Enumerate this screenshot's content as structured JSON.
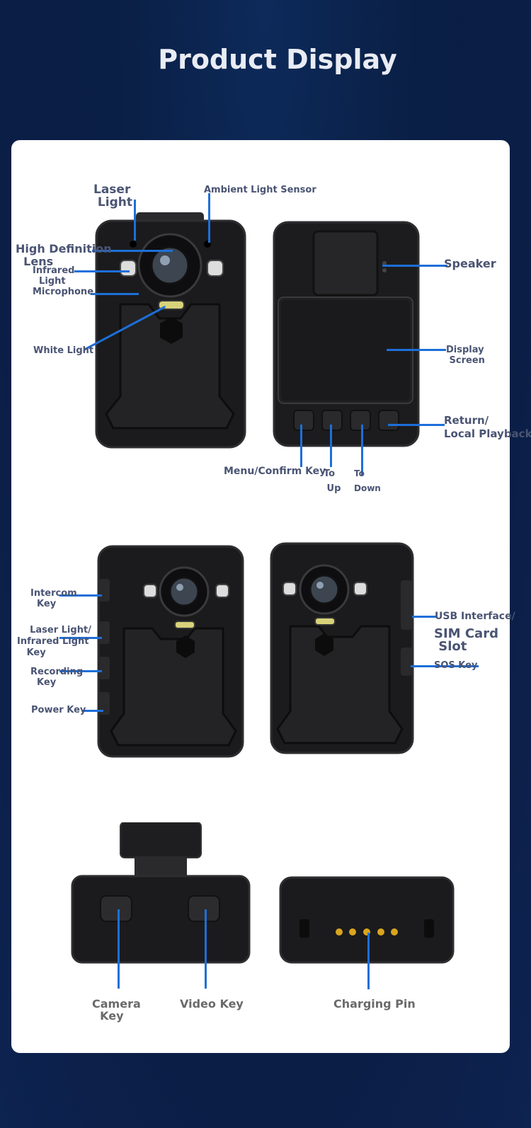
{
  "page": {
    "title": "Product Display"
  },
  "colors": {
    "accent_line": "#1d6fd9",
    "label_text": "#4a5473",
    "device_body": "#1b1b1d"
  },
  "labels": {
    "laser_light": "Laser\n Light",
    "ambient_light_sensor": "Ambient Light Sensor",
    "hd_lens": "High Definition\n  Lens",
    "infrared_light": "Infrared\n  Light",
    "microphone": "Microphone",
    "white_light": "White Light",
    "speaker": "Speaker",
    "display_screen": "Display\n Screen",
    "return_playback": "Return/\nLocal Playback",
    "menu_confirm_key": "Menu/Confirm Key",
    "to_up": "To\n Up",
    "to_down": "To\nDown",
    "intercom_key": "Intercom\n  Key",
    "laser_infrared_key": "    Laser Light/\nInfrared Light\n   Key",
    "recording_key": "Recording\n  Key",
    "power_key": "Power Key",
    "usb_interface": "USB Interface/",
    "sim_card_slot": "SIM Card\n Slot",
    "sos_key": "SOS Key",
    "camera_key": "Camera\n  Key",
    "video_key": "Video Key",
    "charging_pin": "Charging Pin"
  }
}
